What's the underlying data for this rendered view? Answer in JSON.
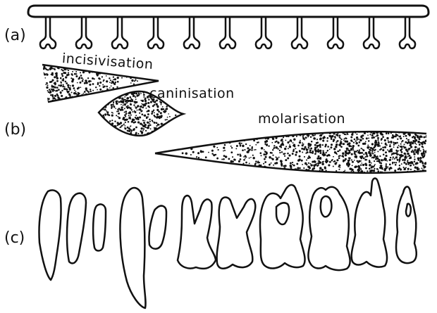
{
  "panels": {
    "a": {
      "label": "(a)"
    },
    "b": {
      "label": "(b)"
    },
    "c": {
      "label": "(c)"
    }
  },
  "fields": {
    "incisivisation": "incisivisation",
    "caninisation": "caninisation",
    "molarisation": "molarisation"
  },
  "tooth_germ_count": 11,
  "tooth_count": 11,
  "colors": {
    "ink": "#111111",
    "background": "#ffffff"
  }
}
